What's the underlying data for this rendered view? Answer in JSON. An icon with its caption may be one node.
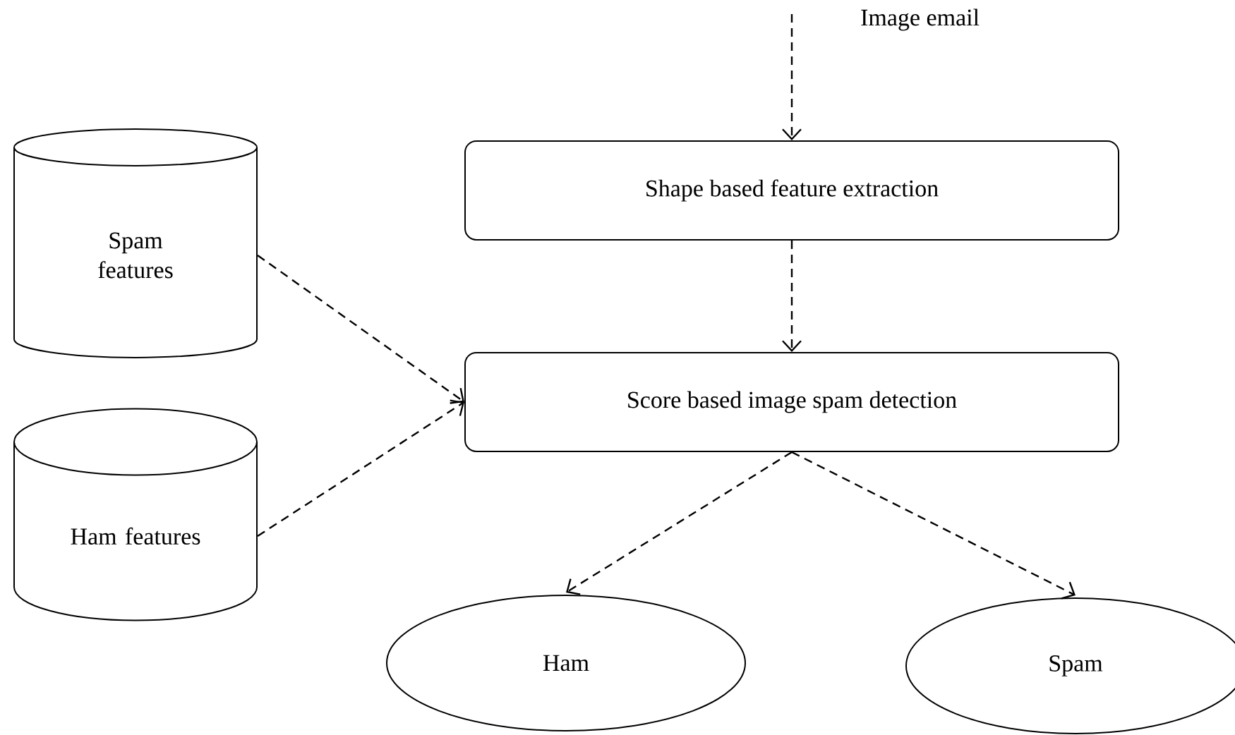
{
  "diagram": {
    "nodes": [
      {
        "text": [
          "Shape based feature extraction"
        ]
      },
      {
        "text": [
          "Spam features"
        ]
      },
      {
        "text": [
          "Score based image spam detection"
        ]
      },
      {
        "text": [
          "Ham features"
        ]
      },
      {
        "text": [
          "Ham"
        ]
      },
      {
        "text": [
          "Spam"
        ]
      }
    ],
    "edges": [
      {
        "from": null,
        "to": 0,
        "arrow": "to",
        "style": "dashed"
      },
      {
        "from": 0,
        "to": 2,
        "arrow": "to",
        "style": "dashed"
      },
      {
        "from": 1,
        "to": 2,
        "arrow": "to",
        "style": "dashed"
      },
      {
        "from": 3,
        "to": 2,
        "arrow": "to",
        "style": "dashed"
      },
      {
        "from": 2,
        "to": 4,
        "arrow": "to",
        "style": "dashed"
      },
      {
        "from": 2,
        "to": 5,
        "arrow": "to",
        "style": "dashed"
      }
    ],
    "labels": [
      "Image email"
    ]
  }
}
